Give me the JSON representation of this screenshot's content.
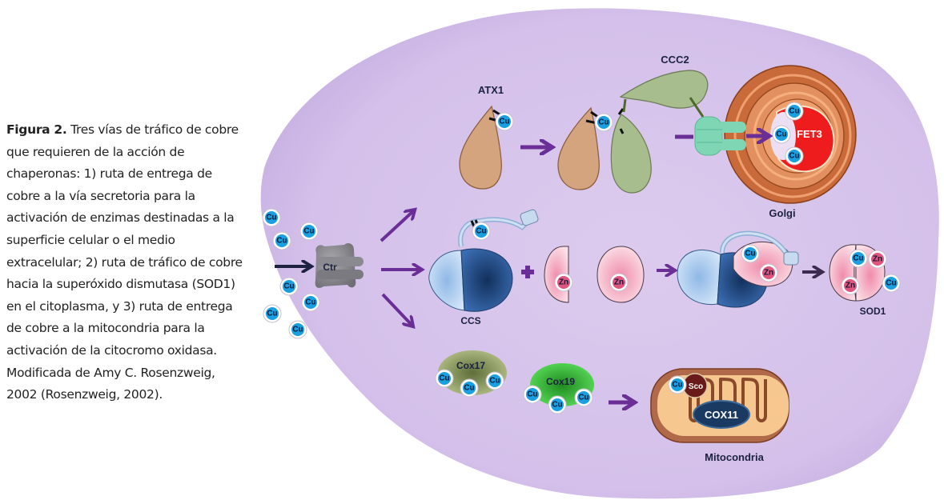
{
  "caption": {
    "figure_label": "Figura 2.",
    "text": " Tres vías de tráfico de cobre que requieren de la acción de chaperonas: 1) ruta de entrega de cobre a la vía secretoria para la activación de enzimas destinadas a la superficie celular o el medio extracelular; 2) ruta de tráfico de cobre hacia la superóxido dismutasa (SOD1) en el citoplasma, y 3) ruta de entrega de cobre a la mitocondria para la activación de la citocromo oxidasa. Modificada de Amy C. Rosenzweig, 2002 (Rosenzweig, 2002)."
  },
  "labels": {
    "atx1": "ATX1",
    "ccc2": "CCC2",
    "fet3": "FET3",
    "golgi": "Golgi",
    "ctr": "Ctr",
    "ccs": "CCS",
    "sod1": "SOD1",
    "cox17": "Cox17",
    "cox19": "Cox19",
    "sco": "Sco",
    "cox11": "COX11",
    "mitocondria": "Mitocondria"
  },
  "ions": {
    "copper": "Cu",
    "zinc": "Zn"
  },
  "colors": {
    "cell": "#d9c6ec",
    "arrow": "#6a2e96",
    "copper_ion": "#1a9fe0",
    "zinc_ion": "#e0547e",
    "atx1": "#d4a47e",
    "ccc2": "#a8bd8e",
    "fet3": "#ee1c1c",
    "transporter": "#7fd6b5",
    "ctr": "#8a8a8f",
    "ccs_light": "#bcd6f2",
    "ccs_dark": "#2c5c9c",
    "sod1": "#f6c6d2",
    "cox17": "#9aa86a",
    "cox19": "#3fcf3f",
    "mito_outer": "#b06a4a",
    "mito_inner": "#f6c890",
    "cox11": "#1b3a62",
    "sco": "#6b1a1a"
  }
}
